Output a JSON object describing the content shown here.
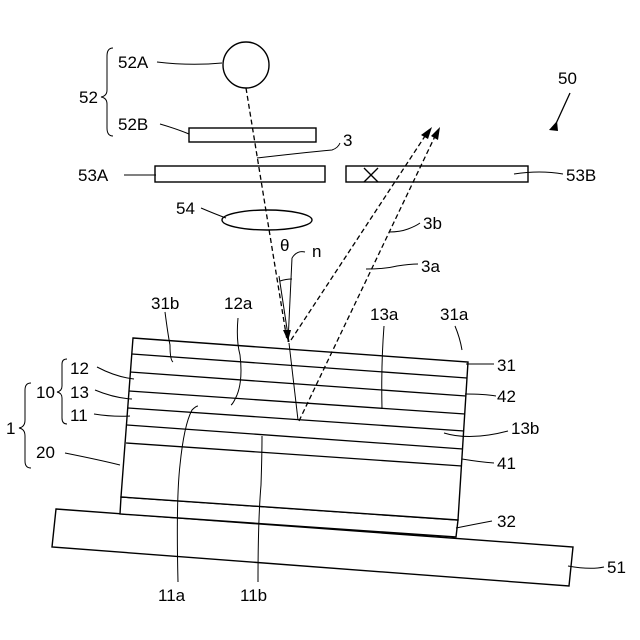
{
  "labels": {
    "l50": "50",
    "l52": "52",
    "l52A": "52A",
    "l52B": "52B",
    "l3": "3",
    "l53A": "53A",
    "l53B": "53B",
    "l54": "54",
    "l3b": "3b",
    "ltheta": "θ",
    "ln": "n",
    "l3a": "3a",
    "l31b": "31b",
    "l12a": "12a",
    "l13a": "13a",
    "l31a": "31a",
    "l12": "12",
    "l31": "31",
    "l10": "10",
    "l13": "13",
    "l42": "42",
    "l11": "11",
    "l1": "1",
    "l13b": "13b",
    "l20": "20",
    "l41": "41",
    "l32": "32",
    "l51": "51",
    "l11a": "11a",
    "l11b": "11b"
  }
}
